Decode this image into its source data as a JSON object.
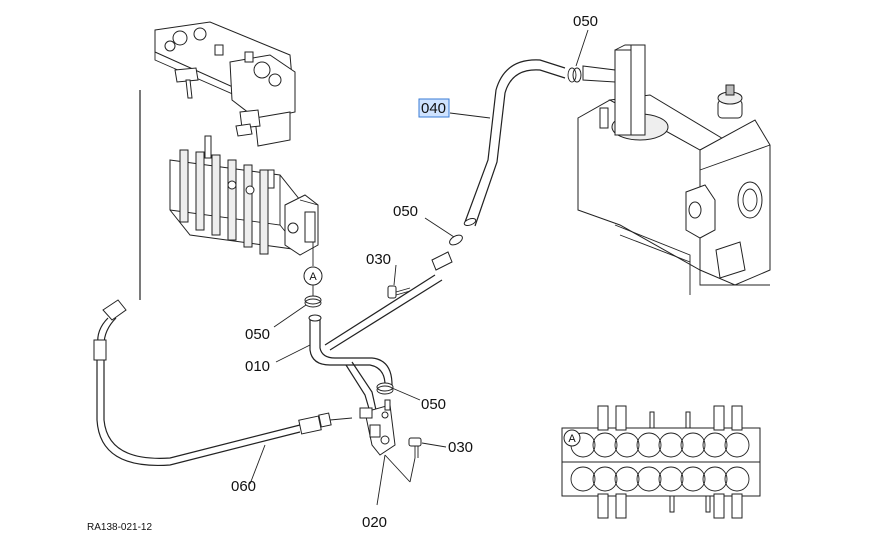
{
  "diagram": {
    "reference_code": "RA138-021-12",
    "callout_letter": "A",
    "highlight_color": "#cfe3ff",
    "parts": [
      {
        "id": "010",
        "label": "010"
      },
      {
        "id": "020",
        "label": "020"
      },
      {
        "id": "030a",
        "label": "030"
      },
      {
        "id": "030b",
        "label": "030"
      },
      {
        "id": "040",
        "label": "040",
        "highlighted": true
      },
      {
        "id": "050a",
        "label": "050"
      },
      {
        "id": "050b",
        "label": "050"
      },
      {
        "id": "050c",
        "label": "050"
      },
      {
        "id": "050d",
        "label": "050"
      },
      {
        "id": "060",
        "label": "060"
      }
    ]
  }
}
